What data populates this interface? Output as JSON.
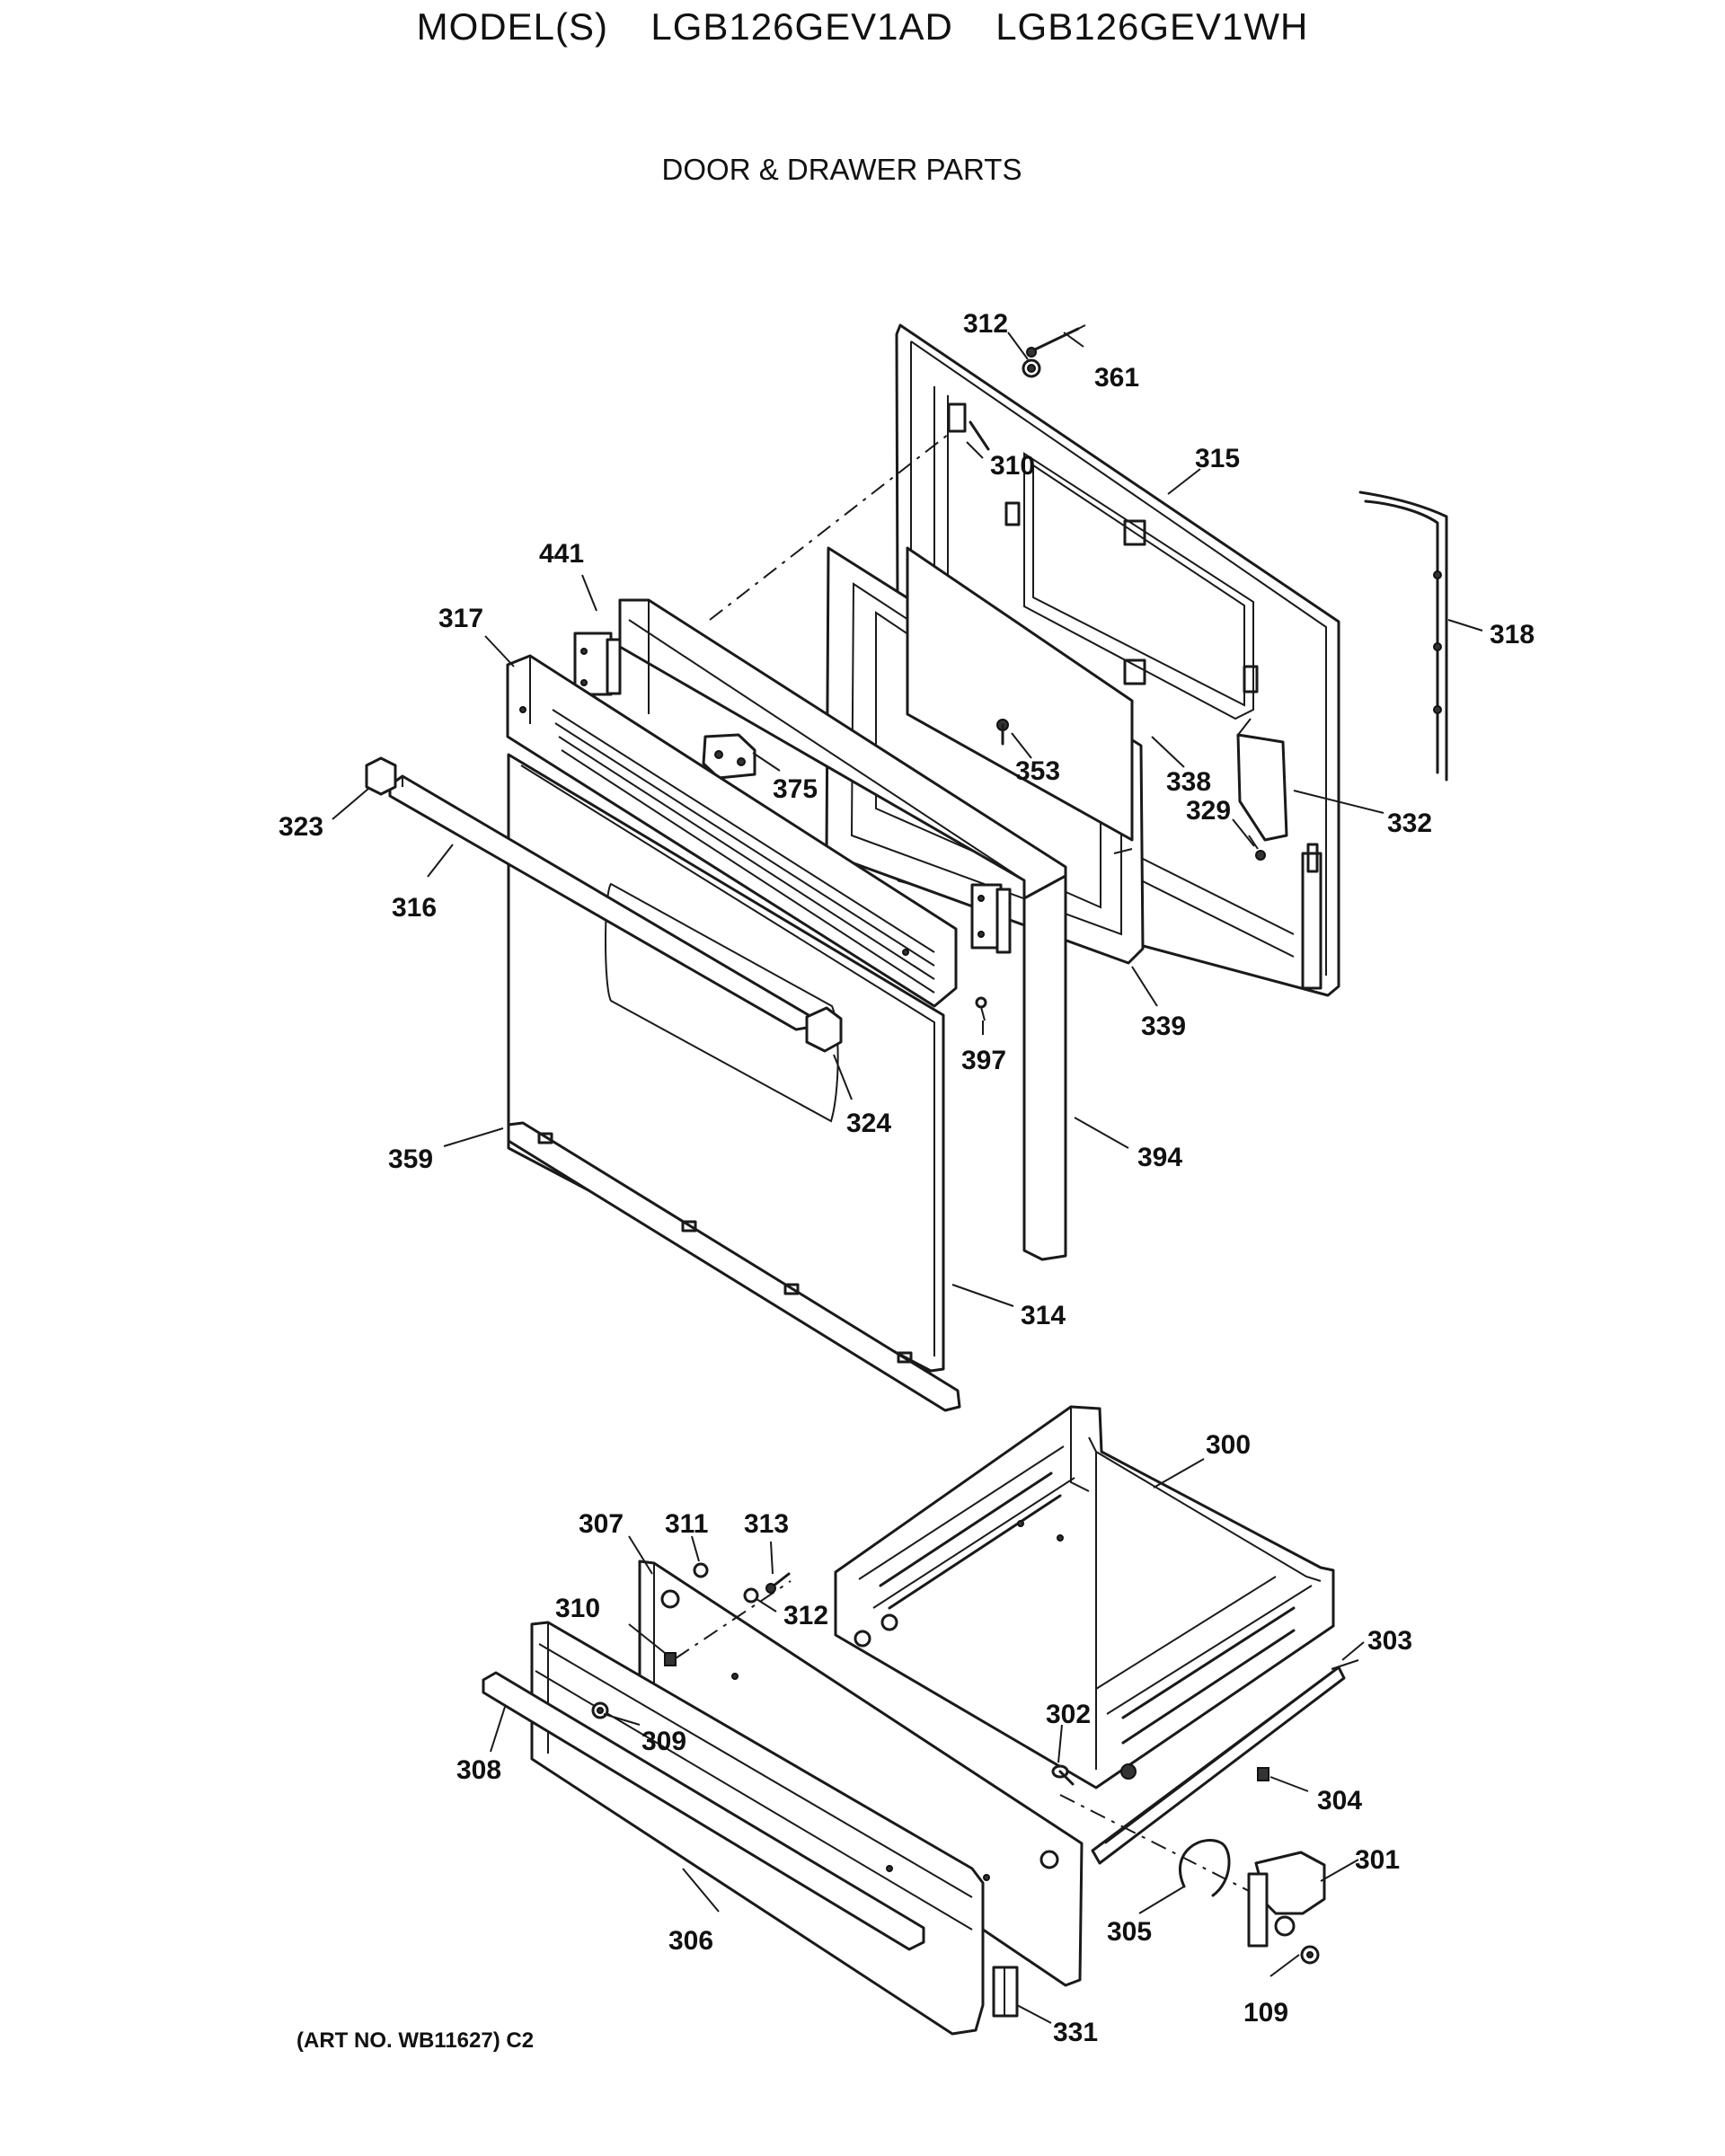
{
  "header": {
    "model_prefix": "MODEL(S)",
    "model_1": "LGB126GEV1AD",
    "model_2": "LGB126GEV1WH",
    "section": "DOOR & DRAWER PARTS"
  },
  "footer": {
    "art_no": "(ART NO. WB11627) C2"
  },
  "callouts": {
    "p312a": "312",
    "p361": "361",
    "p310a": "310",
    "p315": "315",
    "p318": "318",
    "p441": "441",
    "p317": "317",
    "p375": "375",
    "p353": "353",
    "p338": "338",
    "p329": "329",
    "p332": "332",
    "p323": "323",
    "p316": "316",
    "p339": "339",
    "p397": "397",
    "p324": "324",
    "p359": "359",
    "p394": "394",
    "p314": "314",
    "p300": "300",
    "p307": "307",
    "p311": "311",
    "p313": "313",
    "p310b": "310",
    "p312b": "312",
    "p303": "303",
    "p302": "302",
    "p309": "309",
    "p308": "308",
    "p304": "304",
    "p301": "301",
    "p306": "306",
    "p305": "305",
    "p109": "109",
    "p331": "331"
  }
}
